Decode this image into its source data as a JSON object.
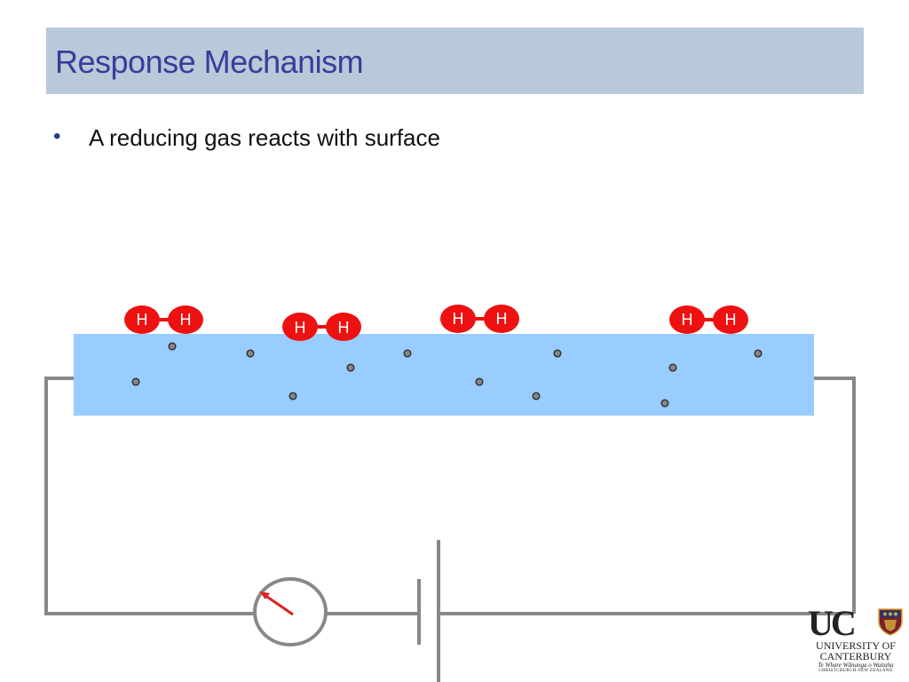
{
  "slide": {
    "title": "Response Mechanism",
    "bullets": [
      "A reducing gas reacts with surface"
    ]
  },
  "diagram": {
    "atom_label": "H",
    "colors": {
      "sensor_layer": "#99ccff",
      "molecule": "#ee1111",
      "wire": "#888888",
      "needle": "#dd2222",
      "site": "#888888"
    }
  },
  "logo": {
    "mark": "UC",
    "line1": "UNIVERSITY OF",
    "line2": "CANTERBURY",
    "line3": "Te Whare Wānanga o Waitaha",
    "line4": "CHRISTCHURCH NEW ZEALAND"
  }
}
